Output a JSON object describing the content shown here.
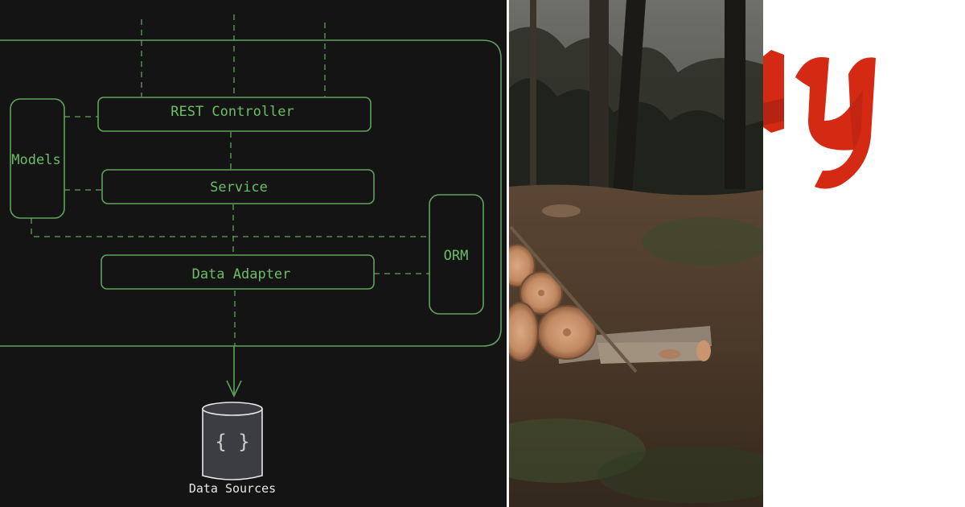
{
  "diagram": {
    "components": {
      "rest_controller": "REST Controller",
      "service": "Service",
      "data_adapter": "Data Adapter",
      "models": "Models",
      "orm": "ORM"
    },
    "database": {
      "icon_glyph": "{ }",
      "label": "Data Sources"
    },
    "colors": {
      "background": "#141414",
      "stroke": "#5ea35a",
      "text": "#6cbd65"
    }
  },
  "photo": {
    "icon": "felled-logs-in-forest-photo"
  },
  "logo": {
    "icon": "red-blackletter-logo-fragment",
    "color": "#d42a14"
  }
}
